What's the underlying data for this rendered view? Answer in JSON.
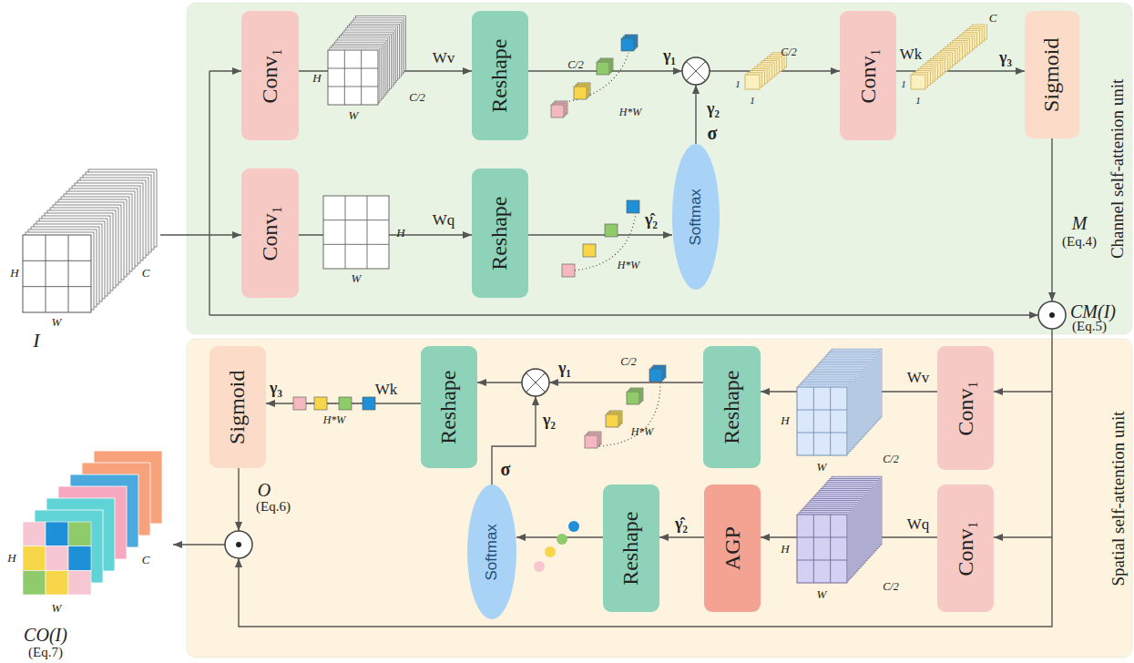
{
  "diagram": {
    "nodes": [
      {
        "text": [
          "Channel self-attenion unit"
        ]
      },
      {
        "text": [
          "Spatial self-attention unit"
        ]
      },
      {
        "text": [
          "Conv₁"
        ],
        "in": 0
      },
      {
        "text": [
          "Reshape"
        ],
        "in": 0
      },
      {
        "text": [
          "Conv₁"
        ],
        "in": 0
      },
      {
        "text": [
          "Sigmoid"
        ],
        "in": 0
      },
      {
        "text": [
          "Conv₁"
        ],
        "in": 0
      },
      {
        "text": [
          "Reshape"
        ],
        "in": 0
      },
      {
        "text": [
          "Softmax"
        ],
        "in": 0
      },
      {
        "text": [
          "Sigmoid"
        ],
        "in": 1
      },
      {
        "text": [
          "Reshape"
        ],
        "in": 1
      },
      {
        "text": [
          "Reshape"
        ],
        "in": 1
      },
      {
        "text": [
          "Conv₁"
        ],
        "in": 1
      },
      {
        "text": [
          "Softmax"
        ],
        "in": 1
      },
      {
        "text": [
          "Reshape"
        ],
        "in": 1
      },
      {
        "text": [
          "AGP"
        ],
        "in": 1
      },
      {
        "text": [
          "Conv₁"
        ],
        "in": 1
      }
    ],
    "edges": [
      {
        "from": 2,
        "to": 3,
        "arrow": "to",
        "label": "Wv"
      },
      {
        "from": 4,
        "to": 5,
        "arrow": "to",
        "label": "Wk"
      },
      {
        "from": 6,
        "to": 7,
        "arrow": "to",
        "label": "Wq"
      },
      {
        "from": 7,
        "to": 8,
        "arrow": "to",
        "label": "γ̂₂"
      },
      {
        "from": 12,
        "to": 11,
        "arrow": "to",
        "label": "Wv"
      },
      {
        "from": 16,
        "to": 15,
        "arrow": "to",
        "label": "Wq"
      },
      {
        "from": 15,
        "to": 14,
        "arrow": "to",
        "label": "γ̂₂"
      },
      {
        "from": 14,
        "to": 13,
        "arrow": "to"
      },
      {
        "from": 10,
        "to": 9,
        "arrow": "to",
        "label": "Wk"
      }
    ],
    "labels": [
      "H",
      "W",
      "C",
      "I",
      "H",
      "W",
      "C/2",
      "C/2",
      "H*W",
      "γ₁",
      "γ₂",
      "σ",
      "1",
      "1",
      "C/2",
      "1",
      "1",
      "C",
      "γ₃",
      "H",
      "W",
      "H*W",
      "M",
      "(Eq.4)",
      "CM(I)",
      "(Eq.5)",
      "γ₃",
      "H*W",
      "γ₁",
      "C/2",
      "H*W",
      "γ₂",
      "σ",
      "H",
      "W",
      "C/2",
      "H",
      "W",
      "C/2",
      "O",
      "(Eq.6)",
      "H",
      "W",
      "C",
      "CO(I)",
      "(Eq.7)"
    ]
  }
}
